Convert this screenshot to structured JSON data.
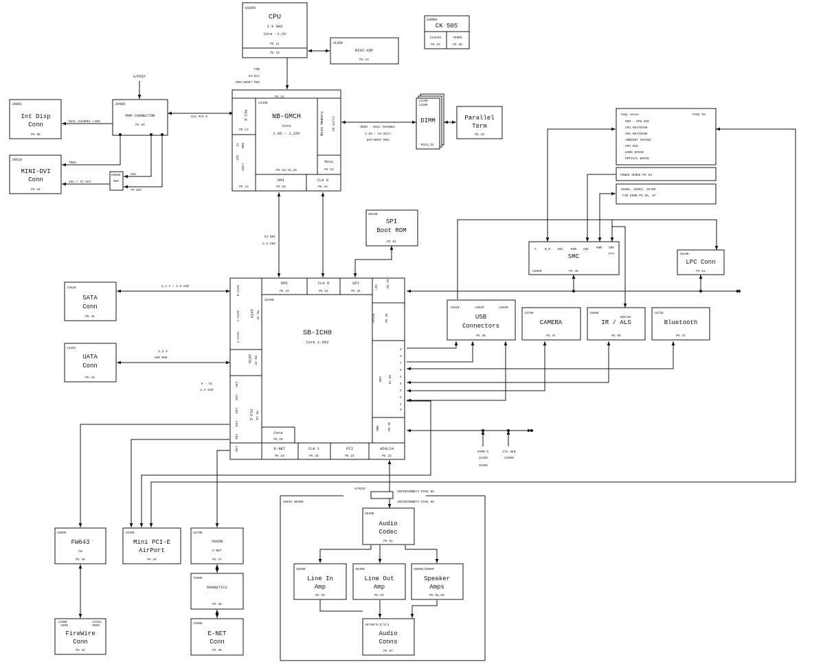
{
  "cpu": {
    "ref": "U1000",
    "name": "CPU",
    "l2": "2.X GHZ",
    "l3": "Core -1.2V",
    "pg1": "PG 11",
    "pg2": "PG 10"
  },
  "minixdp": {
    "ref": "J1300",
    "name": "MINI-XDP",
    "pg": "PG 13"
  },
  "ck505": {
    "ref": "U3900",
    "name": "CK 505",
    "c1": "CLOCKS",
    "c2": "TERMS",
    "pg1": "PG 19",
    "pg2": "PG 30"
  },
  "fsb": {
    "l1": "FSB",
    "l2": "64-Bit",
    "l3": "800/1066? MHZ"
  },
  "spdif_top": "S/PDIF",
  "intdisp": {
    "ref": "J9001",
    "l1": "Int Disp",
    "l2": "Conn",
    "pg": "PG 90"
  },
  "minidvi": {
    "ref": "J9610",
    "l1": "MINI-DVI",
    "l2": "Conn",
    "pg": "PG 94"
  },
  "mxm": {
    "ref": "J9400",
    "name": "MXM CONNECTOR",
    "pg": "PG 94"
  },
  "mux": {
    "ref": "U9600",
    "name": "MUX"
  },
  "lbl": {
    "dual_lvds": "DUAL CHANNEL LVDS",
    "tmds": "TMDS",
    "vga_tv": "VGA / TV OUT",
    "vga": "VGA",
    "tvout": "TV OUT",
    "x16pcie": "X16 PCI-E",
    "x4dmi_1": "X4 DMI",
    "x4dmi_2": "2.5 GHZ",
    "ddr2_1": "DDR2 - DUAL CHANNEL",
    "ddr2_2": "1.8V - 64 Bits",
    "ddr2_3": "667/800? MHZ",
    "sata_speed": "1.2 V / 1.5 GHZ",
    "uata_1": "3.3 V",
    "uata_2": "100 MHZ",
    "pcie_1": "6 - X1",
    "pcie_2": "2.5 GHZ"
  },
  "nb": {
    "ref": "U1400",
    "name": "NB-GMCH",
    "core": "Core",
    "volt": "1.05 - 1.25V",
    "pg_main": "PG 16,19,20",
    "pg_top": "PG 14",
    "pcie": "PCI-E",
    "pcie_pg": "PG 13",
    "tv": "TV",
    "out": "OUT",
    "rgb": "RGB",
    "lvds": "LVDS",
    "lvds_pg": "PG 13",
    "mem": "Main Memory",
    "mem_pg": "PG 16/17",
    "misc": "Misc",
    "misc_pg": "PG 16",
    "dmi": "DMI",
    "dmi_pg": "PG 18",
    "clk": "CLK 0",
    "clk_pg": "PG 16"
  },
  "dimm": {
    "ref1": "J1100",
    "ref2": "J1200",
    "name": "DIMM",
    "pg": "PG21,32"
  },
  "parallel": {
    "l1": "Parallel",
    "l2": "Term",
    "pg": "PG 33"
  },
  "temp": {
    "title": "Temp sense",
    "page": "PAGE 58",
    "items": [
      "MXM - GPU DIE",
      "CPU HEATSINK",
      "GPU HEATSINK",
      "AMBIENT INTAKE",
      "CPU DIE",
      "HARD DRIVE",
      "OPTICAL DRIVE"
    ]
  },
  "power": {
    "text": "POWER SENSE  PG 83"
  },
  "fan": {
    "ref": "J5600, J5601, J5700",
    "text": "FAN CONN PG 86, 87"
  },
  "spi": {
    "ref": "U6100",
    "l1": "SPI",
    "l2": "Boot ROM",
    "pg": "PG 61"
  },
  "smc": {
    "ref": "U4900",
    "name": "SMC",
    "pins": [
      "A",
      "B,0",
      "BSL",
      "RSR",
      "ADC",
      "PWM",
      "SMT"
    ],
    "pin_sub": "PTT",
    "pg": "PG 49"
  },
  "lpc": {
    "ref": "J5100",
    "name": "LPC Conn",
    "pg": "PG 51"
  },
  "sata": {
    "ref": "J4510",
    "l1": "SATA",
    "l2": "Conn",
    "pg": "PG 45"
  },
  "uata": {
    "ref": "J4401",
    "l1": "UATA",
    "l2": "Conn",
    "pg": "PG 44"
  },
  "sb": {
    "ref": "U2300",
    "name": "SB-ICH8",
    "core": "Core 1.05V",
    "sata": "SATA",
    "sata_pg": "PG 22",
    "sata0": "SATA-0",
    "sata1": "SATA-1",
    "sata2": "SATA-2",
    "uata": "UATA",
    "uata_pg": "PG 22",
    "pcie": "PCI-E",
    "pcie_pg": "PG 24",
    "lanes": [
      "LN1",
      "LN2",
      "LN3",
      "LN4",
      "LN5",
      "LN6"
    ],
    "dmi": "DMI",
    "dmi_pg": "PG 24",
    "clk0": "CLK 0",
    "clk0_pg": "PG 18",
    "spi": "SPI",
    "spi_pg": "PG 24",
    "lpc": "LPC",
    "lpc_pg": "PG 23",
    "gpios": "GPIOs",
    "gpios_pg": "PG 25",
    "usb": "USB",
    "usb_pg": "PG 24",
    "usb_nums": [
      "8",
      "9",
      "7",
      "6",
      "5",
      "4",
      "3",
      "2",
      "1",
      "0"
    ],
    "smb": "SMB",
    "smb_pg": "PG 25",
    "core_box": "Core",
    "core_pg": "PG 26",
    "enet": "E-NET",
    "enet_pg": "PG 23",
    "clk1": "CLK 1",
    "clk1_pg": "PG 28",
    "pci": "PCI",
    "pci_pg": "PG 24",
    "azalia": "AZALIA",
    "azalia_pg": "PG 23"
  },
  "usbconn": {
    "refs": [
      "J4610",
      "J4620",
      "J4630"
    ],
    "l1": "USB",
    "l2": "Connectors",
    "pg": "PG 46"
  },
  "camera": {
    "ref": "J4700",
    "name": "CAMERA",
    "pg": "PG 47"
  },
  "irals": {
    "ref": "J5860",
    "sub": "ANALOG",
    "name": "IR / ALS",
    "pg": "PG 56"
  },
  "bluetooth": {
    "ref": "J4720",
    "name": "Bluetooth",
    "pg": "PG 47"
  },
  "smb_targets": {
    "a1": "DIMM'S",
    "a2": "J1100",
    "a3": "J1200",
    "b1": "Clk GEN",
    "b2": "U1900"
  },
  "interconnect": {
    "spdif": "S/PDIF",
    "p98": "INTERCONNECT PAGE 98",
    "p99": "INTERCONNECT PAGE 99",
    "audio_board": "AUDIO BOARD"
  },
  "codec": {
    "ref": "U6200",
    "l1": "Audio",
    "l2": "Codec",
    "pg": "PG 61"
  },
  "linein": {
    "ref": "U6300",
    "l1": "Line In",
    "l2": "Amp",
    "pg": "PG 63"
  },
  "lineout": {
    "ref": "U6400",
    "l1": "Line Out",
    "l2": "Amp",
    "pg": "PG 64"
  },
  "speaker": {
    "ref": "U6500/U6600",
    "l1": "Speaker",
    "l2": "Amps",
    "pg": "PG 65,66"
  },
  "audioconns": {
    "ref": "J6700/1/2/3/4",
    "l1": "Audio",
    "l2": "Conns",
    "pg": "PG 67"
  },
  "fw643": {
    "ref": "U4000",
    "l1": "FW643",
    "l2": "FW",
    "pg": "PG 40"
  },
  "firewire": {
    "ref1": "J4300",
    "ref1b": "4800",
    "ref2": "J4301",
    "ref2b": "4800",
    "l1": "FireWire",
    "l2": "Conn",
    "pg": "PG 43"
  },
  "minipcie": {
    "ref": "J3400",
    "l1": "Mini PCI-E",
    "l2": "AirPort",
    "pg": "PG 34"
  },
  "yukon": {
    "ref": "U3700",
    "l1": "YUKON",
    "l2": "E-NET",
    "pg": "PG 37"
  },
  "magnetics": {
    "ref": "T3900",
    "name": "MAGNETICS",
    "pg": "PG 39"
  },
  "enetconn": {
    "ref": "J3900",
    "l1": "E-NET",
    "l2": "Conn",
    "pg": "PG 39"
  }
}
